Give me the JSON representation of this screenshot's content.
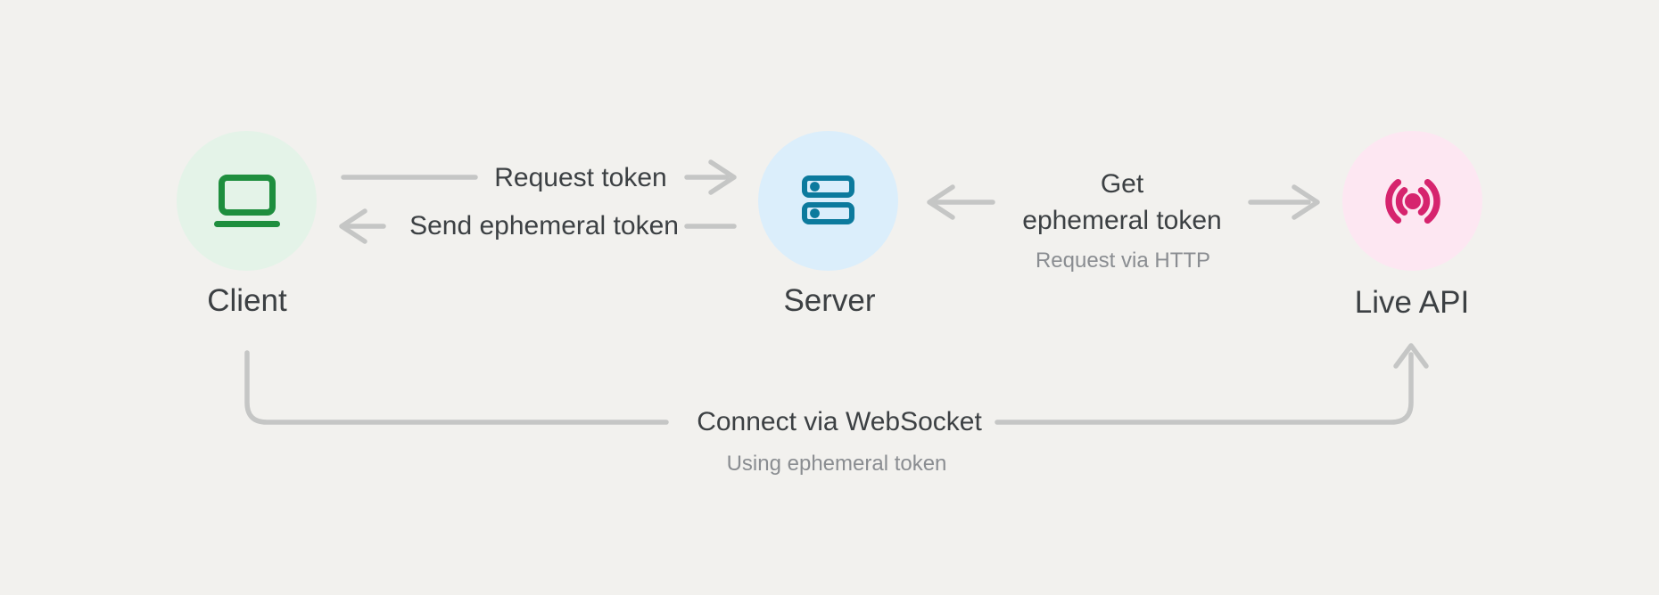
{
  "colors": {
    "background": "#f2f1ee",
    "client_accent": "#1e8e3e",
    "client_bg": "#e4f3e8",
    "server_accent": "#0c7a9d",
    "server_bg": "#dbeefb",
    "live_api_accent": "#d6246e",
    "live_api_bg": "#fde7f2",
    "text_primary": "#3c4043",
    "text_secondary": "#8a8d91",
    "connector": "#c5c6c5"
  },
  "nodes": {
    "client": {
      "label": "Client",
      "icon": "laptop-icon"
    },
    "server": {
      "label": "Server",
      "icon": "server-rack-icon"
    },
    "live_api": {
      "label": "Live API",
      "icon": "broadcast-icon"
    }
  },
  "edges": {
    "request_token": {
      "label": "Request token",
      "from": "Client",
      "to": "Server",
      "direction": "right"
    },
    "send_ephemeral_token": {
      "label": "Send ephemeral token",
      "from": "Server",
      "to": "Client",
      "direction": "left"
    },
    "get_ephemeral_token": {
      "label_line1": "Get",
      "label_line2": "ephemeral token",
      "sublabel": "Request via HTTP",
      "from": "Server",
      "to": "Live API",
      "direction": "both"
    },
    "connect_via_websocket": {
      "label": "Connect via WebSocket",
      "sublabel": "Using ephemeral token",
      "from": "Client",
      "to": "Live API",
      "direction": "up"
    }
  }
}
